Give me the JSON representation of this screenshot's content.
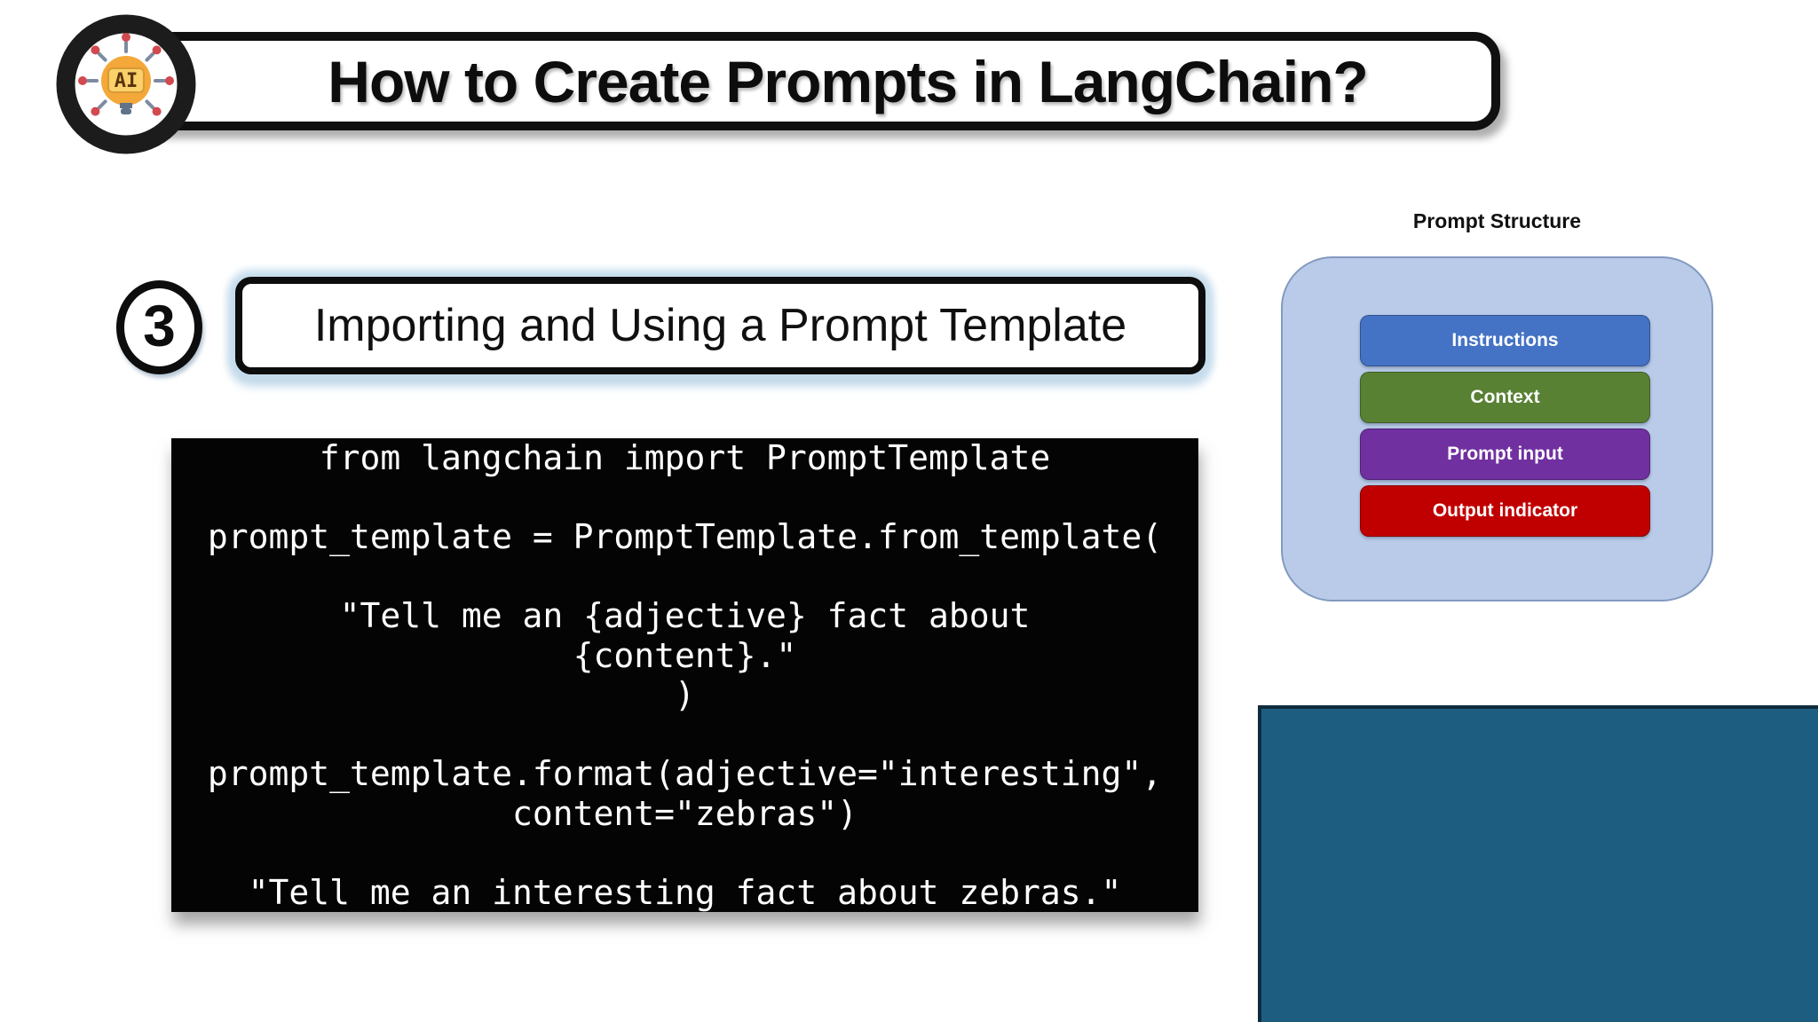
{
  "header": {
    "title": "How to Create Prompts in LangChain?",
    "icon_label": "AI"
  },
  "step": {
    "number": "3",
    "title": "Importing and Using a Prompt Template"
  },
  "code": {
    "background": "#040404",
    "text_color": "#ffffff",
    "lines": [
      "from langchain import PromptTemplate",
      "",
      "prompt_template = PromptTemplate.from_template(",
      "",
      "\"Tell me an {adjective} fact about",
      "{content}.\"",
      ")",
      "",
      "prompt_template.format(adjective=\"interesting\",",
      "content=\"zebras\")",
      "",
      "\"Tell me an interesting fact about zebras.\""
    ]
  },
  "prompt_structure": {
    "title": "Prompt Structure",
    "panel_color": "#b9cbe8",
    "items": [
      {
        "label": "Instructions",
        "color": "#4472c4"
      },
      {
        "label": "Context",
        "color": "#588134"
      },
      {
        "label": "Prompt input",
        "color": "#7030a0"
      },
      {
        "label": "Output indicator",
        "color": "#c00000"
      }
    ]
  },
  "video_overlay": {
    "color": "#1d5e80",
    "border_color": "#0e2c3c"
  },
  "icon_colors": {
    "ring": "#1c1c1c",
    "bulb": "#f4a83a",
    "badge": "#f9d06a",
    "badge_text": "#5a330c",
    "ray_line": "#7d8ba1",
    "ray_dot": "#d2494f",
    "base": "#5f7389"
  }
}
